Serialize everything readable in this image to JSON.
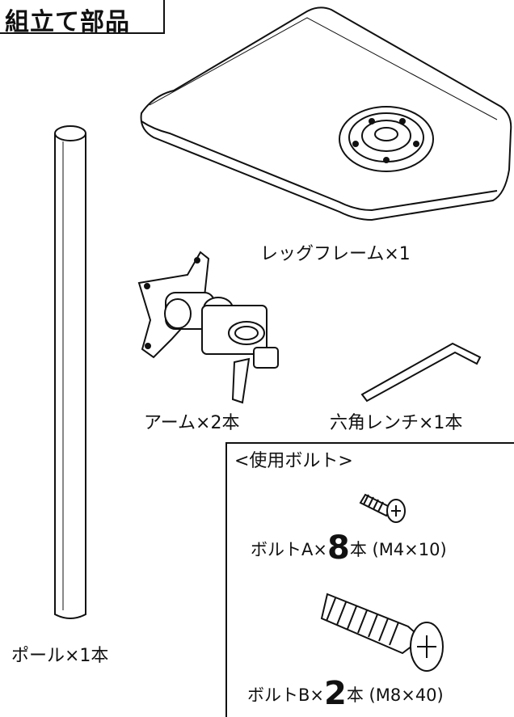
{
  "title": "組立て部品",
  "parts": {
    "leg_frame": "レッグフレーム×1",
    "arm": "アーム×2本",
    "hex_wrench": "六角レンチ×1本",
    "pole": "ポール×1本"
  },
  "bolts": {
    "header": "<使用ボルト>",
    "bolt_a": {
      "prefix": "ボルトA×",
      "qty": "8",
      "suffix": "本",
      "size": "(M4×10)"
    },
    "bolt_b": {
      "prefix": "ボルトB×",
      "qty": "2",
      "suffix": "本",
      "size": "(M8×40)"
    }
  }
}
